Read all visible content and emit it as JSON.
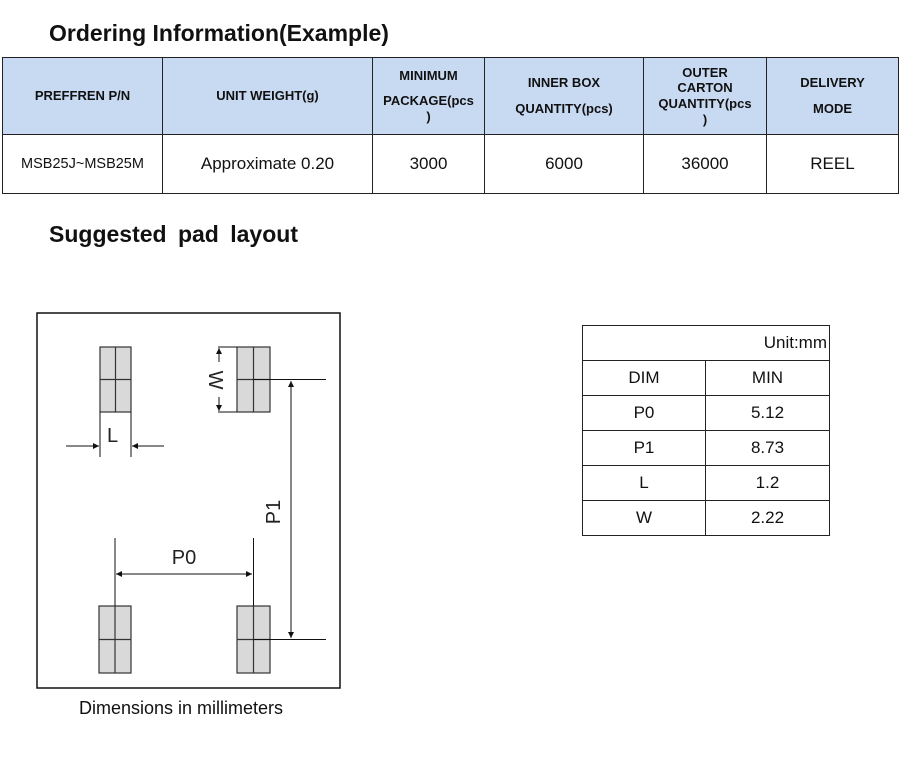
{
  "ordering": {
    "title": "Ordering Information(Example)",
    "headers": {
      "pn": "PREFFREN P/N",
      "weight": "UNIT WEIGHT(g)",
      "min_line1": "MINIMUM",
      "min_line2": "PACKAGE(pcs",
      "min_line3": ")",
      "inner_line1": "INNER BOX",
      "inner_line2": "QUANTITY(pcs)",
      "outer_line1": "OUTER",
      "outer_line2": "CARTON",
      "outer_line3": "QUANTITY(pcs",
      "outer_line4": ")",
      "delivery_line1": "DELIVERY",
      "delivery_line2": "MODE"
    },
    "row": {
      "pn": "MSB25J~MSB25M",
      "weight": "Approximate 0.20",
      "min_package": "3000",
      "inner_box": "6000",
      "outer_carton": "36000",
      "delivery": "REEL"
    },
    "header_bg": "#c8d9f2"
  },
  "pad_layout": {
    "title": "Suggested pad layout",
    "labels": {
      "w": "W",
      "l": "L",
      "p0": "P0",
      "p1": "P1"
    },
    "caption": "Dimensions in millimeters",
    "pad_fill": "#d9d9d9"
  },
  "dim_table": {
    "unit": "Unit:mm",
    "col_dim": "DIM",
    "col_min": "MIN",
    "rows": [
      {
        "dim": "P0",
        "min": "5.12"
      },
      {
        "dim": "P1",
        "min": "8.73"
      },
      {
        "dim": "L",
        "min": "1.2"
      },
      {
        "dim": "W",
        "min": "2.22"
      }
    ]
  }
}
